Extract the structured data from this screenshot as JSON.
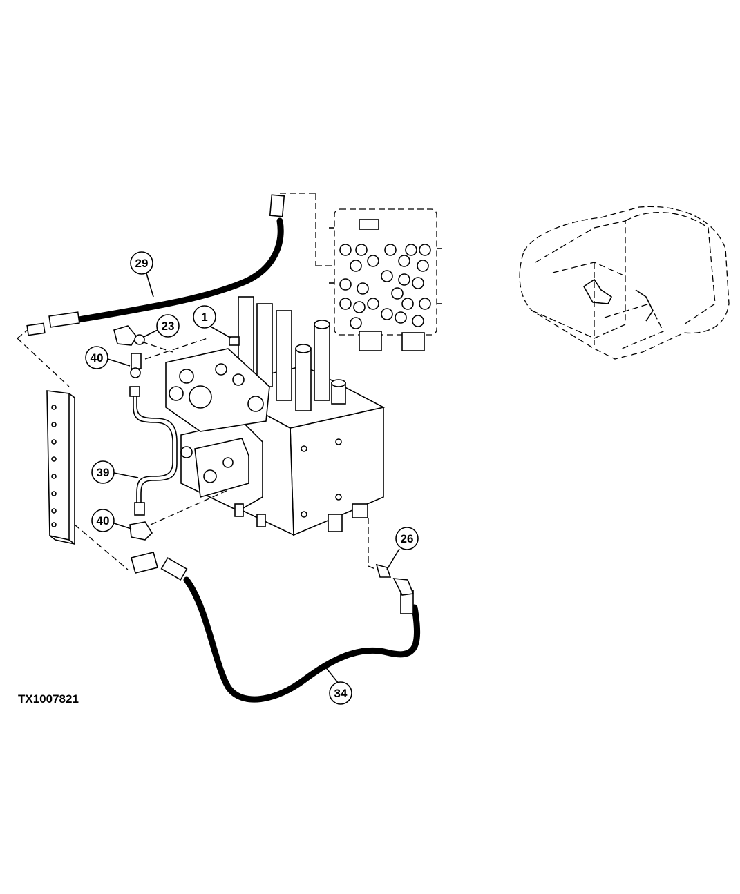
{
  "figure": {
    "id_label": "TX1007821"
  },
  "callouts": {
    "c1": "1",
    "c23": "23",
    "c26": "26",
    "c29": "29",
    "c34": "34",
    "c39": "39",
    "c40_top": "40",
    "c40_bottom": "40"
  }
}
